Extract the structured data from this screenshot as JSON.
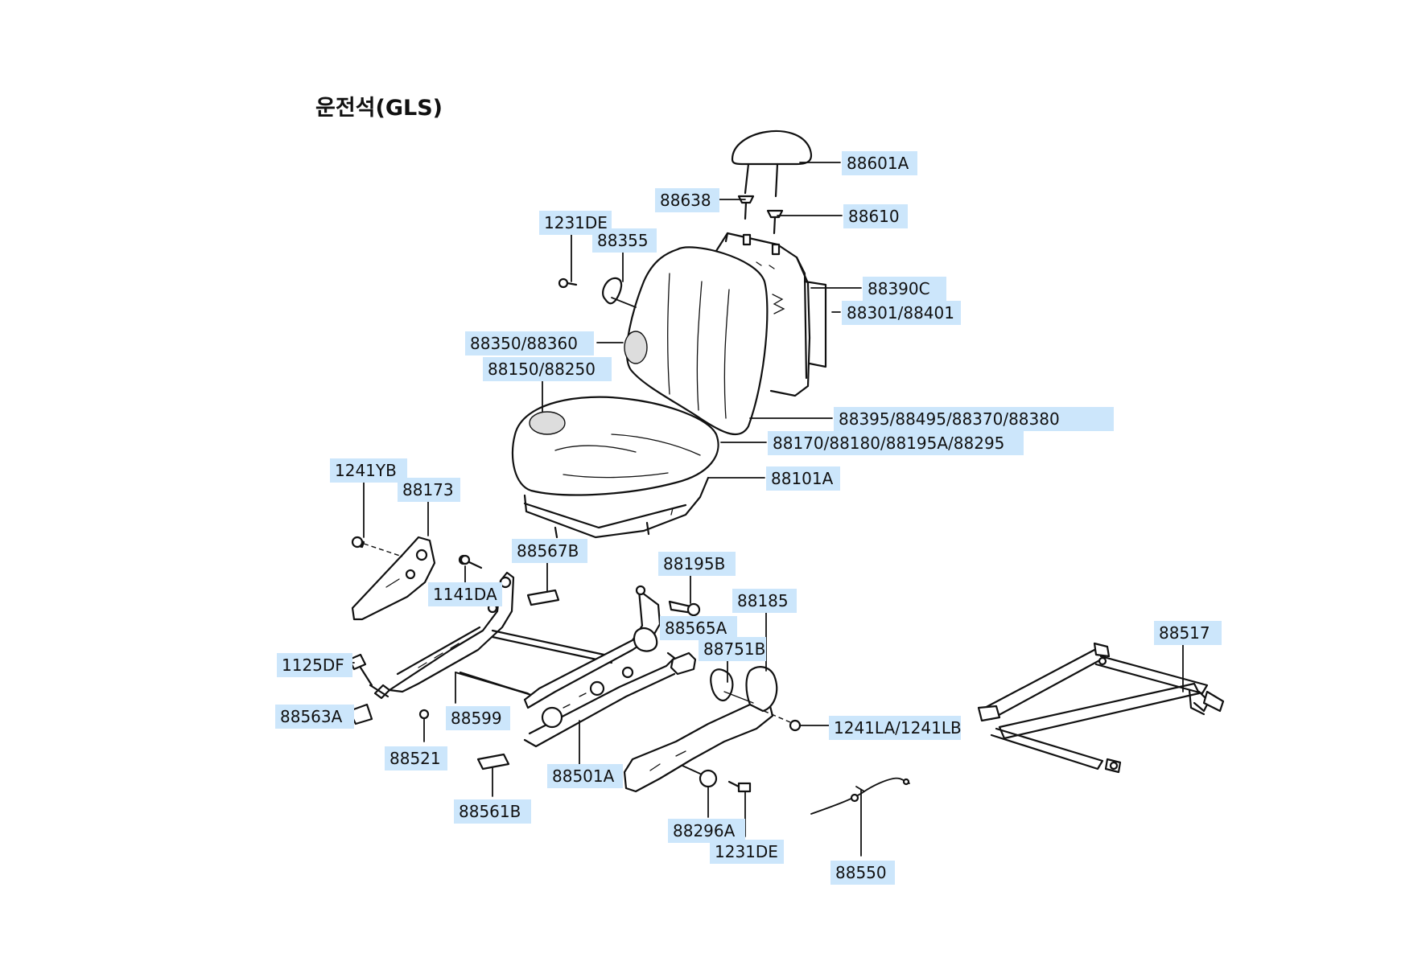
{
  "title": "운전석(GLS)",
  "callouts": {
    "c88601A": "88601A",
    "c88638": "88638",
    "c88610": "88610",
    "c1231DE_top": "1231DE",
    "c88355": "88355",
    "c88390C": "88390C",
    "c88301": "88301/88401",
    "c88350": "88350/88360",
    "c88150": "88150/88250",
    "c88395": "88395/88495/88370/88380",
    "c88170": "88170/88180/88195A/88295",
    "c88101A": "88101A",
    "c1241YB": "1241YB",
    "c88173": "88173",
    "c88567B": "88567B",
    "c1141DA": "1141DA",
    "c88195B": "88195B",
    "c88185": "88185",
    "c88565A": "88565A",
    "c88751B": "88751B",
    "c1125DF": "1125DF",
    "c88563A": "88563A",
    "c88599": "88599",
    "c88521": "88521",
    "c1241LA": "1241LA/1241LB",
    "c88501A": "88501A",
    "c88561B": "88561B",
    "c88296A": "88296A",
    "c1231DE_bottom": "1231DE",
    "c88550": "88550",
    "c88517": "88517"
  }
}
